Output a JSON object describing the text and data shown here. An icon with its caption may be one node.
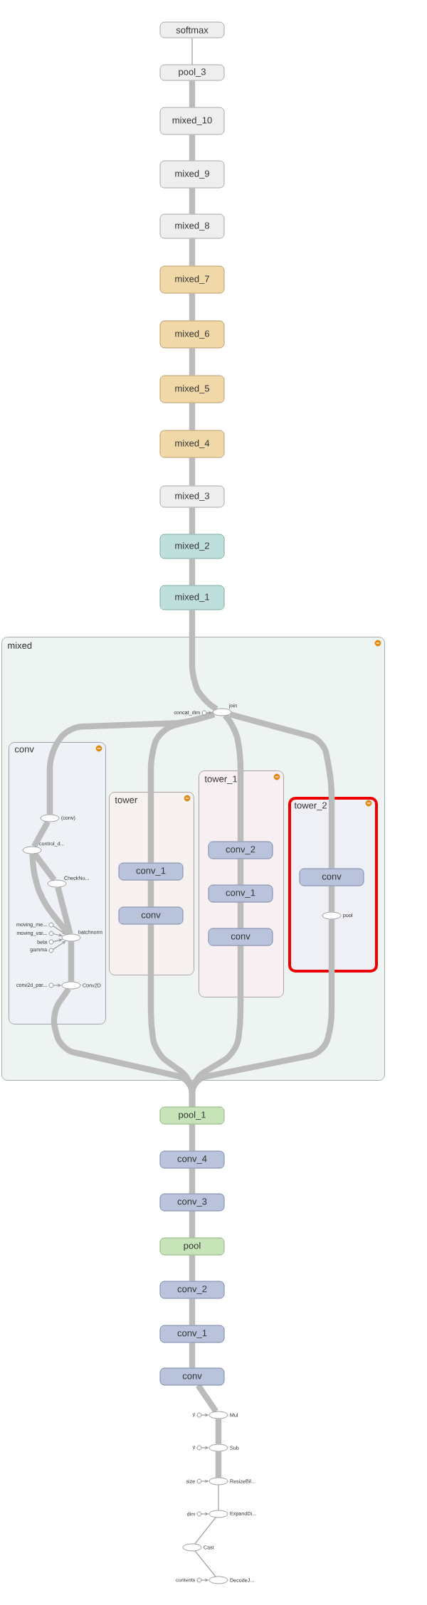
{
  "diagram": {
    "nodes": [
      {
        "text": [
          "softmax"
        ]
      },
      {
        "text": [
          "pool_3"
        ]
      },
      {
        "text": [
          "mixed_10"
        ]
      },
      {
        "text": [
          "mixed_9"
        ]
      },
      {
        "text": [
          "mixed_8"
        ]
      },
      {
        "text": [
          "mixed_7"
        ]
      },
      {
        "text": [
          "mixed_6"
        ]
      },
      {
        "text": [
          "mixed_5"
        ]
      },
      {
        "text": [
          "mixed_4"
        ]
      },
      {
        "text": [
          "mixed_3"
        ]
      },
      {
        "text": [
          "mixed_2"
        ]
      },
      {
        "text": [
          "mixed_1"
        ]
      },
      {
        "text": [
          "mixed"
        ]
      },
      {
        "text": [
          "concat_dim"
        ],
        "in": 12
      },
      {
        "text": [
          "join"
        ],
        "in": 12
      },
      {
        "text": [
          "conv"
        ],
        "in": 12
      },
      {
        "text": [
          "(conv)"
        ],
        "in": 15
      },
      {
        "text": [
          "control_d..."
        ],
        "in": 15
      },
      {
        "text": [
          "CheckNu..."
        ],
        "in": 15
      },
      {
        "text": [
          "moving_me..."
        ],
        "in": 15
      },
      {
        "text": [
          "moving_var..."
        ],
        "in": 15
      },
      {
        "text": [
          "beta"
        ],
        "in": 15
      },
      {
        "text": [
          "batchnorm"
        ],
        "in": 15
      },
      {
        "text": [
          "gamma"
        ],
        "in": 15
      },
      {
        "text": [
          "conv2d_par..."
        ],
        "in": 15
      },
      {
        "text": [
          "Conv2D"
        ],
        "in": 15
      },
      {
        "text": [
          "tower"
        ],
        "in": 12
      },
      {
        "text": [
          "conv_1"
        ],
        "in": 26
      },
      {
        "text": [
          "conv"
        ],
        "in": 26
      },
      {
        "text": [
          "tower_1"
        ],
        "in": 12
      },
      {
        "text": [
          "conv_2"
        ],
        "in": 29
      },
      {
        "text": [
          "conv_1"
        ],
        "in": 29
      },
      {
        "text": [
          "conv"
        ],
        "in": 29
      },
      {
        "text": [
          "tower_2"
        ],
        "in": 12
      },
      {
        "text": [
          "conv"
        ],
        "in": 33
      },
      {
        "text": [
          "pool"
        ],
        "in": 33
      },
      {
        "text": [
          "pool_1"
        ]
      },
      {
        "text": [
          "conv_4"
        ]
      },
      {
        "text": [
          "conv_3"
        ]
      },
      {
        "text": [
          "pool"
        ]
      },
      {
        "text": [
          "conv_2"
        ]
      },
      {
        "text": [
          "conv_1"
        ]
      },
      {
        "text": [
          "conv"
        ]
      },
      {
        "text": [
          "y"
        ]
      },
      {
        "text": [
          "Mul"
        ]
      },
      {
        "text": [
          "y"
        ]
      },
      {
        "text": [
          "Sub"
        ]
      },
      {
        "text": [
          "size"
        ]
      },
      {
        "text": [
          "ResizeBil..."
        ]
      },
      {
        "text": [
          "dim"
        ]
      },
      {
        "text": [
          "ExpandDi..."
        ]
      },
      {
        "text": [
          "Cast"
        ]
      },
      {
        "text": [
          "contents"
        ]
      },
      {
        "text": [
          "DecodeJ..."
        ]
      }
    ],
    "edges": [
      {
        "from": 52,
        "to": 53,
        "arrow": "to"
      },
      {
        "from": 53,
        "to": 51,
        "arrow": "none"
      },
      {
        "from": 51,
        "to": 50,
        "arrow": "none"
      },
      {
        "from": 49,
        "to": 50,
        "arrow": "to"
      },
      {
        "from": 50,
        "to": 48,
        "arrow": "none"
      },
      {
        "from": 47,
        "to": 48,
        "arrow": "to"
      },
      {
        "from": 48,
        "to": 46,
        "arrow": "none"
      },
      {
        "from": 45,
        "to": 46,
        "arrow": "to"
      },
      {
        "from": 46,
        "to": 44,
        "arrow": "none"
      },
      {
        "from": 43,
        "to": 44,
        "arrow": "to"
      },
      {
        "from": 44,
        "to": 42,
        "arrow": "none"
      },
      {
        "from": 42,
        "to": 41,
        "arrow": "none"
      },
      {
        "from": 41,
        "to": 40,
        "arrow": "none"
      },
      {
        "from": 40,
        "to": 39,
        "arrow": "none"
      },
      {
        "from": 39,
        "to": 38,
        "arrow": "none"
      },
      {
        "from": 38,
        "to": 37,
        "arrow": "none"
      },
      {
        "from": 37,
        "to": 36,
        "arrow": "none"
      },
      {
        "from": 36,
        "to": 25,
        "arrow": "none"
      },
      {
        "from": 36,
        "to": 28,
        "arrow": "none"
      },
      {
        "from": 36,
        "to": 32,
        "arrow": "none"
      },
      {
        "from": 36,
        "to": 35,
        "arrow": "none"
      },
      {
        "from": 24,
        "to": 25,
        "arrow": "to"
      },
      {
        "from": 25,
        "to": 22,
        "arrow": "none"
      },
      {
        "from": 19,
        "to": 22,
        "arrow": "to"
      },
      {
        "from": 20,
        "to": 22,
        "arrow": "to"
      },
      {
        "from": 21,
        "to": 22,
        "arrow": "to"
      },
      {
        "from": 23,
        "to": 22,
        "arrow": "to"
      },
      {
        "from": 22,
        "to": 18,
        "arrow": "none"
      },
      {
        "from": 22,
        "to": 17,
        "arrow": "none"
      },
      {
        "from": 18,
        "to": 17,
        "arrow": "none"
      },
      {
        "from": 17,
        "to": 16,
        "arrow": "none"
      },
      {
        "from": 16,
        "to": 14,
        "arrow": "none"
      },
      {
        "from": 28,
        "to": 27,
        "arrow": "none"
      },
      {
        "from": 27,
        "to": 14,
        "arrow": "none"
      },
      {
        "from": 32,
        "to": 31,
        "arrow": "none"
      },
      {
        "from": 31,
        "to": 30,
        "arrow": "none"
      },
      {
        "from": 30,
        "to": 14,
        "arrow": "none"
      },
      {
        "from": 35,
        "to": 34,
        "arrow": "none"
      },
      {
        "from": 34,
        "to": 14,
        "arrow": "none"
      },
      {
        "from": 13,
        "to": 14,
        "arrow": "to"
      },
      {
        "from": 14,
        "to": 11,
        "arrow": "none"
      },
      {
        "from": 11,
        "to": 10,
        "arrow": "none"
      },
      {
        "from": 10,
        "to": 9,
        "arrow": "none"
      },
      {
        "from": 9,
        "to": 8,
        "arrow": "none"
      },
      {
        "from": 8,
        "to": 7,
        "arrow": "none"
      },
      {
        "from": 7,
        "to": 6,
        "arrow": "none"
      },
      {
        "from": 6,
        "to": 5,
        "arrow": "none"
      },
      {
        "from": 5,
        "to": 4,
        "arrow": "none"
      },
      {
        "from": 4,
        "to": 3,
        "arrow": "none"
      },
      {
        "from": 3,
        "to": 2,
        "arrow": "none"
      },
      {
        "from": 2,
        "to": 1,
        "arrow": "none"
      },
      {
        "from": 1,
        "to": 0,
        "arrow": "none"
      }
    ]
  }
}
